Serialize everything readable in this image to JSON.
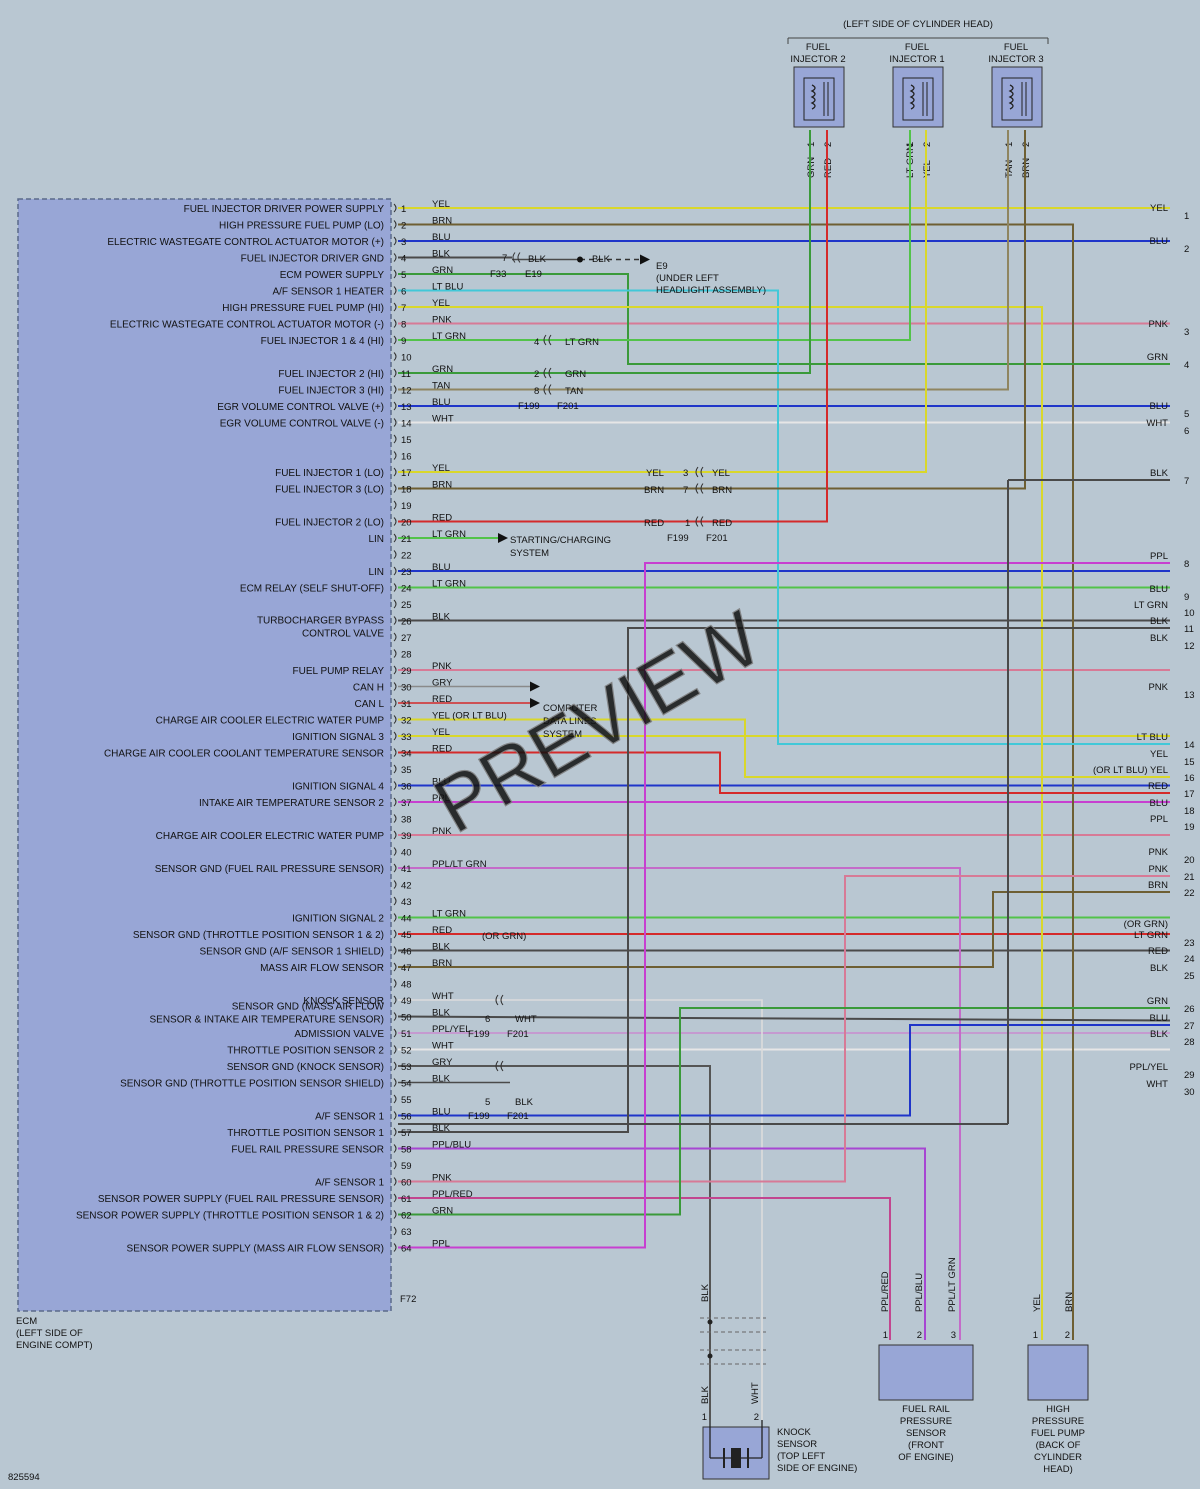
{
  "diagram": {
    "header": "(LEFT SIDE OF CYLINDER HEAD)",
    "diagram_id": "825594",
    "watermark": "PREVIEW",
    "ecm_note": [
      "ECM",
      "(LEFT SIDE OF",
      "ENGINE COMPT)"
    ],
    "ecm_connector": "F72",
    "injectors": [
      {
        "label": [
          "FUEL",
          "INJECTOR 2"
        ],
        "pins": [
          "1",
          "2"
        ],
        "wires": [
          "GRN",
          "RED"
        ]
      },
      {
        "label": [
          "FUEL",
          "INJECTOR 1"
        ],
        "pins": [
          "1",
          "2"
        ],
        "wires": [
          "LT GRN",
          "YEL"
        ]
      },
      {
        "label": [
          "FUEL",
          "INJECTOR 3"
        ],
        "pins": [
          "1",
          "2"
        ],
        "wires": [
          "TAN",
          "BRN"
        ]
      }
    ],
    "pins": [
      {
        "n": "1",
        "label": "FUEL INJECTOR DRIVER POWER SUPPLY",
        "wire": "YEL",
        "color": "#d9d72a"
      },
      {
        "n": "2",
        "label": "HIGH PRESSURE FUEL PUMP (LO)",
        "wire": "BRN",
        "color": "#6e5f33"
      },
      {
        "n": "3",
        "label": "ELECTRIC WASTEGATE CONTROL ACTUATOR MOTOR (+)",
        "wire": "BLU",
        "color": "#1f35c9"
      },
      {
        "n": "4",
        "label": "FUEL INJECTOR DRIVER GND",
        "wire": "BLK",
        "color": "#4a4a4a"
      },
      {
        "n": "5",
        "label": "ECM POWER SUPPLY",
        "wire": "GRN",
        "color": "#3a9a3a"
      },
      {
        "n": "6",
        "label": "A/F SENSOR 1 HEATER",
        "wire": "LT BLU",
        "color": "#41c8d8"
      },
      {
        "n": "7",
        "label": "HIGH PRESSURE FUEL PUMP (HI)",
        "wire": "YEL",
        "color": "#d9d72a"
      },
      {
        "n": "8",
        "label": "ELECTRIC WASTEGATE CONTROL ACTUATOR MOTOR (-)",
        "wire": "PNK",
        "color": "#d77a96"
      },
      {
        "n": "9",
        "label": "FUEL INJECTOR 1 & 4 (HI)",
        "wire": "LT GRN",
        "color": "#52c34a"
      },
      {
        "n": "10",
        "label": "",
        "wire": "",
        "color": ""
      },
      {
        "n": "11",
        "label": "FUEL INJECTOR 2 (HI)",
        "wire": "GRN",
        "color": "#3a9a3a"
      },
      {
        "n": "12",
        "label": "FUEL INJECTOR 3 (HI)",
        "wire": "TAN",
        "color": "#8f8560"
      },
      {
        "n": "13",
        "label": "EGR VOLUME CONTROL VALVE (+)",
        "wire": "BLU",
        "color": "#1f35c9"
      },
      {
        "n": "14",
        "label": "EGR VOLUME CONTROL VALVE (-)",
        "wire": "WHT",
        "color": "#e6e6e6"
      },
      {
        "n": "15",
        "label": "",
        "wire": "",
        "color": ""
      },
      {
        "n": "16",
        "label": "",
        "wire": "",
        "color": ""
      },
      {
        "n": "17",
        "label": "FUEL INJECTOR 1 (LO)",
        "wire": "YEL",
        "color": "#d9d72a"
      },
      {
        "n": "18",
        "label": "FUEL INJECTOR 3 (LO)",
        "wire": "BRN",
        "color": "#6e5f33"
      },
      {
        "n": "19",
        "label": "",
        "wire": "",
        "color": ""
      },
      {
        "n": "20",
        "label": "FUEL INJECTOR 2 (LO)",
        "wire": "RED",
        "color": "#d42a2a"
      },
      {
        "n": "21",
        "label": "LIN",
        "wire": "LT GRN",
        "color": "#52c34a"
      },
      {
        "n": "22",
        "label": "",
        "wire": "",
        "color": ""
      },
      {
        "n": "23",
        "label": "LIN",
        "wire": "BLU",
        "color": "#1f35c9"
      },
      {
        "n": "24",
        "label": "ECM RELAY (SELF SHUT-OFF)",
        "wire": "LT GRN",
        "color": "#52c34a"
      },
      {
        "n": "25",
        "label": "",
        "wire": "",
        "color": ""
      },
      {
        "n": "26",
        "label": "TURBOCHARGER BYPASS CONTROL VALVE",
        "wire": "BLK",
        "color": "#4a4a4a"
      },
      {
        "n": "27",
        "label": "",
        "wire": "",
        "color": ""
      },
      {
        "n": "28",
        "label": "",
        "wire": "",
        "color": ""
      },
      {
        "n": "29",
        "label": "FUEL PUMP RELAY",
        "wire": "PNK",
        "color": "#d77a96"
      },
      {
        "n": "30",
        "label": "CAN H",
        "wire": "GRY",
        "color": "#8a8a8a"
      },
      {
        "n": "31",
        "label": "CAN L",
        "wire": "RED",
        "color": "#d42a2a"
      },
      {
        "n": "32",
        "label": "CHARGE AIR COOLER ELECTRIC WATER PUMP",
        "wire": "YEL (OR LT BLU)",
        "color": "#d9d72a"
      },
      {
        "n": "33",
        "label": "IGNITION SIGNAL 3",
        "wire": "YEL",
        "color": "#d9d72a"
      },
      {
        "n": "34",
        "label": "CHARGE AIR COOLER COOLANT TEMPERATURE SENSOR",
        "wire": "RED",
        "color": "#d42a2a"
      },
      {
        "n": "35",
        "label": "",
        "wire": "",
        "color": ""
      },
      {
        "n": "36",
        "label": "IGNITION SIGNAL 4",
        "wire": "BLU",
        "color": "#1f35c9"
      },
      {
        "n": "37",
        "label": "INTAKE AIR TEMPERATURE SENSOR 2",
        "wire": "PPL",
        "color": "#c73fd0"
      },
      {
        "n": "38",
        "label": "",
        "wire": "",
        "color": ""
      },
      {
        "n": "39",
        "label": "CHARGE AIR COOLER ELECTRIC WATER PUMP",
        "wire": "PNK",
        "color": "#d77a96"
      },
      {
        "n": "40",
        "label": "",
        "wire": "",
        "color": ""
      },
      {
        "n": "41",
        "label": "SENSOR GND (FUEL RAIL PRESSURE SENSOR)",
        "wire": "PPL/LT GRN",
        "color": "#c46bc9"
      },
      {
        "n": "42",
        "label": "",
        "wire": "",
        "color": ""
      },
      {
        "n": "43",
        "label": "",
        "wire": "",
        "color": ""
      },
      {
        "n": "44",
        "label": "IGNITION SIGNAL 2",
        "wire": "LT GRN",
        "color": "#52c34a"
      },
      {
        "n": "45",
        "label": "SENSOR GND (THROTTLE POSITION SENSOR 1 & 2)",
        "wire": "RED",
        "color": "#d42a2a"
      },
      {
        "n": "46",
        "label": "SENSOR GND (A/F SENSOR 1 SHIELD)",
        "wire": "BLK",
        "color": "#4a4a4a"
      },
      {
        "n": "47",
        "label": "MASS AIR FLOW SENSOR",
        "wire": "BRN",
        "color": "#6e5f33"
      },
      {
        "n": "48",
        "label": "",
        "wire": "",
        "color": ""
      },
      {
        "n": "49",
        "label": "KNOCK SENSOR",
        "wire": "WHT",
        "color": "#e6e6e6"
      },
      {
        "n": "50",
        "label": "SENSOR GND (MASS AIR FLOW SENSOR & INTAKE AIR TEMPERATURE SENSOR)",
        "wire": "BLK",
        "color": "#4a4a4a"
      },
      {
        "n": "51",
        "label": "ADMISSION VALVE",
        "wire": "PPL/YEL",
        "color": "#c59ad0"
      },
      {
        "n": "52",
        "label": "THROTTLE POSITION SENSOR 2",
        "wire": "WHT",
        "color": "#e6e6e6"
      },
      {
        "n": "53",
        "label": "SENSOR GND (KNOCK SENSOR)",
        "wire": "GRY",
        "color": "#8a8a8a"
      },
      {
        "n": "54",
        "label": "SENSOR GND (THROTTLE POSITION SENSOR SHIELD)",
        "wire": "BLK",
        "color": "#4a4a4a"
      },
      {
        "n": "55",
        "label": "",
        "wire": "",
        "color": ""
      },
      {
        "n": "56",
        "label": "A/F SENSOR 1",
        "wire": "BLU",
        "color": "#1f35c9"
      },
      {
        "n": "57",
        "label": "THROTTLE POSITION SENSOR 1",
        "wire": "BLK",
        "color": "#4a4a4a"
      },
      {
        "n": "58",
        "label": "FUEL RAIL PRESSURE SENSOR",
        "wire": "PPL/BLU",
        "color": "#a746d2"
      },
      {
        "n": "59",
        "label": "",
        "wire": "",
        "color": ""
      },
      {
        "n": "60",
        "label": "A/F SENSOR 1",
        "wire": "PNK",
        "color": "#d77a96"
      },
      {
        "n": "61",
        "label": "SENSOR POWER SUPPLY (FUEL RAIL PRESSURE SENSOR)",
        "wire": "PPL/RED",
        "color": "#c2468f"
      },
      {
        "n": "62",
        "label": "SENSOR POWER SUPPLY (THROTTLE POSITION SENSOR 1 & 2)",
        "wire": "GRN",
        "color": "#3a9a3a"
      },
      {
        "n": "63",
        "label": "",
        "wire": "",
        "color": ""
      },
      {
        "n": "64",
        "label": "SENSOR POWER SUPPLY (MASS AIR FLOW SENSOR)",
        "wire": "PPL",
        "color": "#c73fd0"
      }
    ],
    "right_terminals": [
      {
        "n": "1",
        "wire": "YEL"
      },
      {
        "n": "2",
        "wire": "BLU"
      },
      {
        "n": "3",
        "wire": "PNK"
      },
      {
        "n": "4",
        "wire": "GRN"
      },
      {
        "n": "5",
        "wire": "BLU"
      },
      {
        "n": "6",
        "wire": "WHT"
      },
      {
        "n": "7",
        "wire": "BLK"
      },
      {
        "n": "8",
        "wire": "PPL"
      },
      {
        "n": "9",
        "wire": "BLU"
      },
      {
        "n": "10",
        "wire": "LT GRN"
      },
      {
        "n": "11",
        "wire": "BLK"
      },
      {
        "n": "12",
        "wire": "BLK"
      },
      {
        "n": "13",
        "wire": "PNK"
      },
      {
        "n": "14",
        "wire": "LT BLU"
      },
      {
        "n": "15",
        "wire": "YEL"
      },
      {
        "n": "16",
        "wire": "(OR LT BLU) YEL"
      },
      {
        "n": "17",
        "wire": "RED"
      },
      {
        "n": "18",
        "wire": "BLU"
      },
      {
        "n": "19",
        "wire": "PPL"
      },
      {
        "n": "20",
        "wire": "PNK"
      },
      {
        "n": "21",
        "wire": "PNK"
      },
      {
        "n": "22",
        "wire": "BRN"
      },
      {
        "n": "23",
        "wire": "LT GRN"
      },
      {
        "n": "24",
        "wire": "RED"
      },
      {
        "n": "25",
        "wire": "BLK"
      },
      {
        "n": "26",
        "wire": "GRN"
      },
      {
        "n": "27",
        "wire": "BLU"
      },
      {
        "n": "28",
        "wire": "BLK"
      },
      {
        "n": "29",
        "wire": "PPL/YEL"
      },
      {
        "n": "30",
        "wire": "WHT"
      }
    ],
    "right_note_23": "(OR GRN)",
    "pin44_note": "(OR GRN)",
    "splices": {
      "ground": {
        "pin": "7",
        "wire_in": "BLK",
        "wire_out": "BLK",
        "conn_a": "F33",
        "conn_b": "E19",
        "ground": "E9",
        "location": [
          "(UNDER LEFT",
          "HEADLIGHT ASSEMBLY)"
        ]
      },
      "inline_a": [
        {
          "pin": "4",
          "wire": "LT GRN"
        },
        {
          "pin": "2",
          "wire": "GRN"
        },
        {
          "pin": "8",
          "wire": "TAN"
        }
      ],
      "inline_a_conn": [
        "F199",
        "F201"
      ],
      "inline_b": [
        {
          "pin": "3",
          "wire_l": "YEL",
          "wire_r": "YEL"
        },
        {
          "pin": "7",
          "wire_l": "BRN",
          "wire_r": "BRN"
        },
        {
          "pin": "1",
          "wire_l": "RED",
          "wire_r": "RED"
        }
      ],
      "inline_b_conn": [
        "F199",
        "F201"
      ],
      "inline_c": {
        "pin": "6",
        "wire": "WHT",
        "conn": [
          "F199",
          "F201"
        ]
      },
      "inline_d": {
        "pin": "5",
        "wire": "BLK",
        "conn": [
          "F199",
          "F201"
        ]
      }
    },
    "destinations": {
      "starting": [
        "STARTING/CHARGING",
        "SYSTEM"
      ],
      "data_lines": [
        "COMPUTER",
        "DATA LINES",
        "SYSTEM"
      ]
    },
    "components": {
      "knock": {
        "label": [
          "KNOCK",
          "SENSOR",
          "(TOP LEFT",
          "SIDE OF ENGINE)"
        ],
        "pins": [
          "1",
          "2"
        ],
        "wires": [
          "BLK",
          "WHT"
        ],
        "wire_top": "BLK"
      },
      "frp": {
        "label": [
          "FUEL RAIL",
          "PRESSURE",
          "SENSOR",
          "(FRONT",
          "OF ENGINE)"
        ],
        "pins": [
          "1",
          "2",
          "3"
        ],
        "wires": [
          "PPL/RED",
          "PPL/BLU",
          "PPL/LT GRN"
        ]
      },
      "hpfp": {
        "label": [
          "HIGH",
          "PRESSURE",
          "FUEL PUMP",
          "(BACK OF",
          "CYLINDER",
          "HEAD)"
        ],
        "pins": [
          "1",
          "2"
        ],
        "wires": [
          "YEL",
          "BRN"
        ]
      }
    },
    "colors": {
      "background": "#b9c7d2",
      "ecm_box": "#98a6d6",
      "component": "#98a6d6"
    }
  }
}
